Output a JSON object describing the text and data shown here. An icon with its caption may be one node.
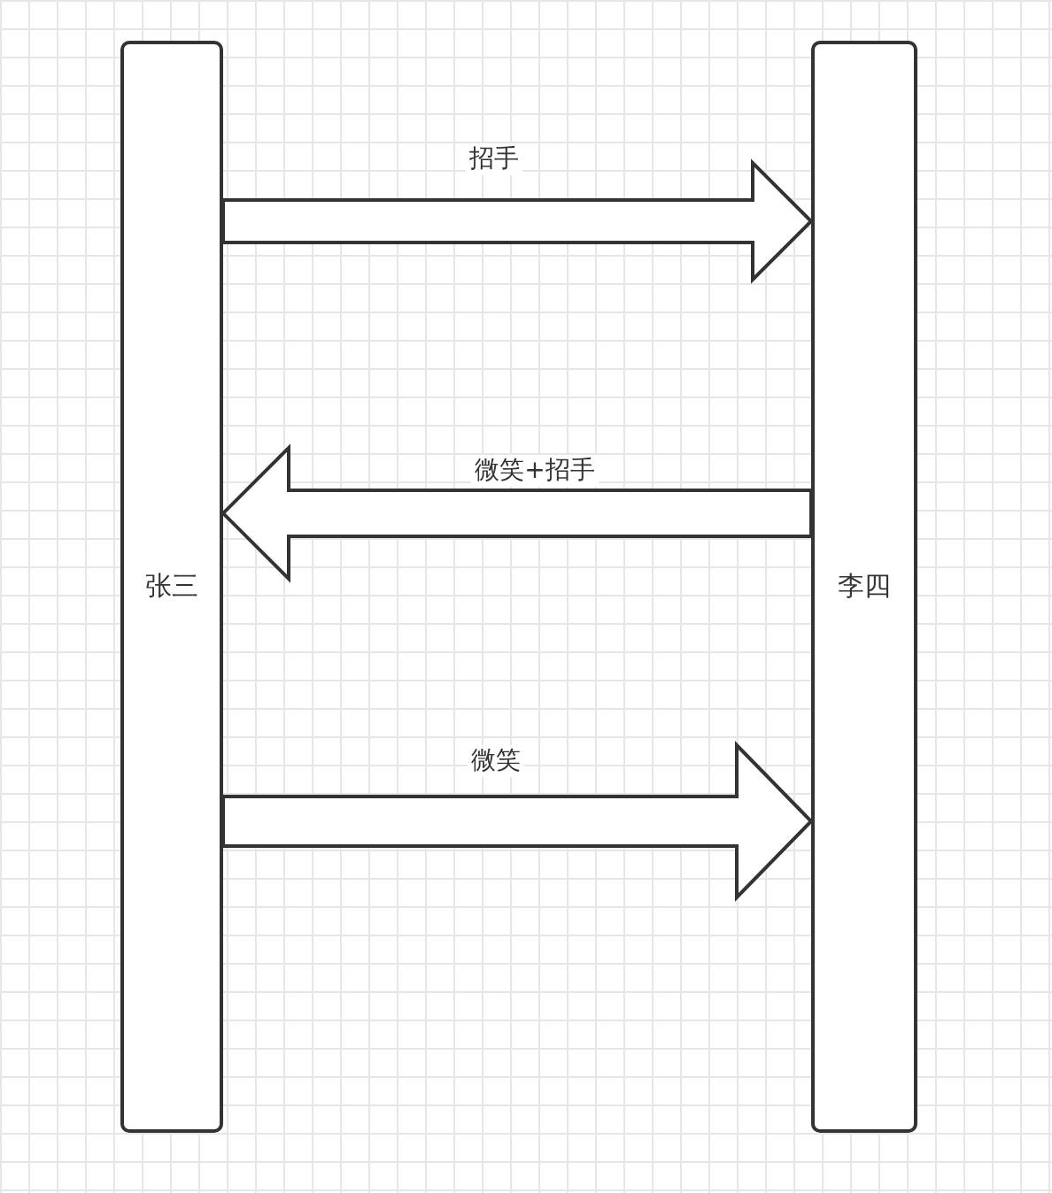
{
  "diagram": {
    "nodes": [
      {
        "text": [
          "张三"
        ]
      },
      {
        "text": [
          "李四"
        ]
      }
    ],
    "edges": [
      {
        "from": 0,
        "to": 1,
        "arrow": "to",
        "label": "招手"
      },
      {
        "from": 1,
        "to": 0,
        "arrow": "to",
        "label": "微笑+招手"
      },
      {
        "from": 0,
        "to": 1,
        "arrow": "to",
        "label": "微笑"
      }
    ]
  }
}
